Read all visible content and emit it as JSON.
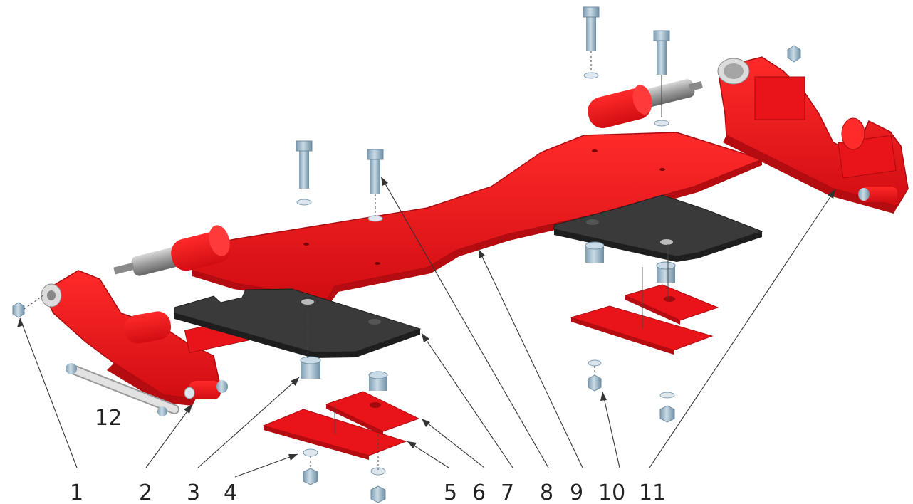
{
  "colors": {
    "part_red": "#e8141a",
    "part_red_dark": "#b40c10",
    "part_red_light": "#ff3a3a",
    "rubber_black": "#3a3a3a",
    "rubber_edge": "#1e1e1e",
    "steel": "#a9c3d4",
    "steel_dark": "#6f8ea3",
    "leader": "#333333"
  },
  "callouts": {
    "c1": "1",
    "c2": "2",
    "c3": "3",
    "c4": "4",
    "c5": "5",
    "c6": "6",
    "c7": "7",
    "c8": "8",
    "c9": "9",
    "c10": "10",
    "c11": "11",
    "c12": "12"
  }
}
